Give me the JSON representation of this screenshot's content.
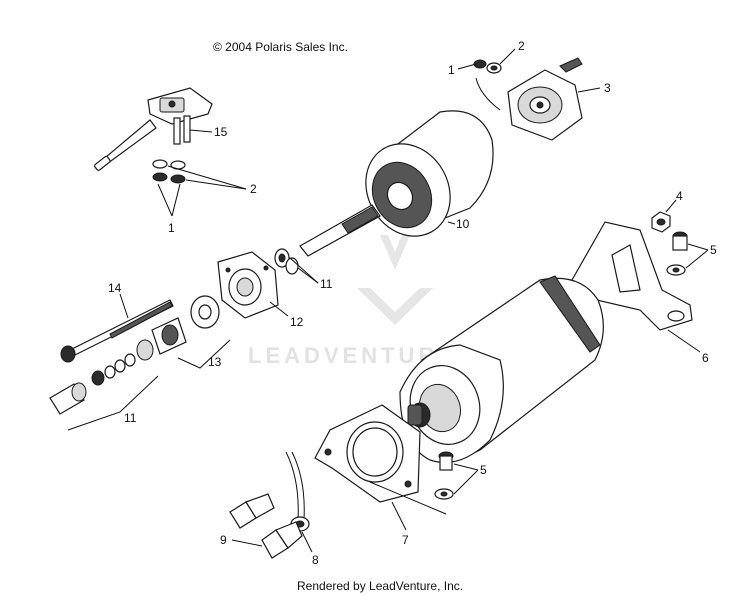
{
  "copyright": "© 2004 Polaris Sales Inc.",
  "footer": "Rendered by LeadVenture, Inc.",
  "watermark": "LEADVENTURE",
  "callouts": {
    "c1_top": "1",
    "c2_top": "2",
    "c3": "3",
    "c4": "4",
    "c5_upper": "5",
    "c6": "6",
    "c7": "7",
    "c8": "8",
    "c9": "9",
    "c10": "10",
    "c11_mid": "11",
    "c11_low": "11",
    "c12": "12",
    "c13": "13",
    "c14": "14",
    "c15": "15",
    "c2_left": "2",
    "c1_left": "1",
    "c5_lower": "5"
  }
}
